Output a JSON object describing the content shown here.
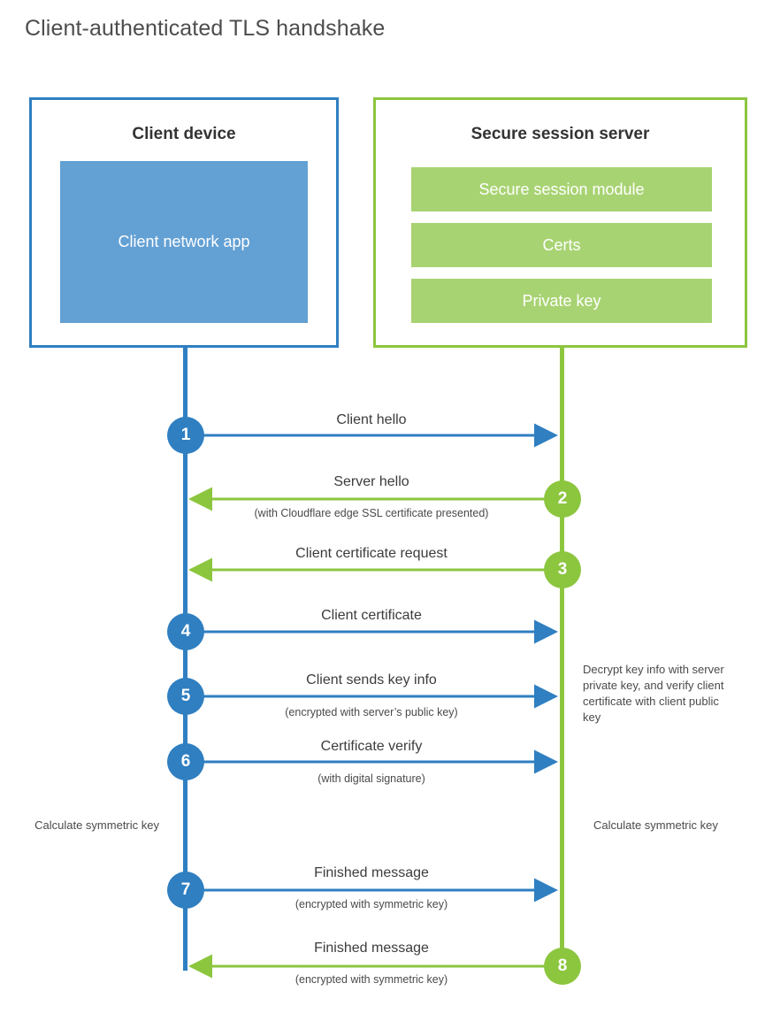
{
  "title": "Client-authenticated TLS handshake",
  "colors": {
    "client_blue": "#2f7fc1",
    "client_app_fill": "#63a0d4",
    "server_green": "#8cc63f",
    "server_bar_fill": "#a8d372",
    "text": "#3c3c3c",
    "background": "#ffffff"
  },
  "actors": {
    "client": {
      "title": "Client device",
      "app_label": "Client network app"
    },
    "server": {
      "title": "Secure session server",
      "components": [
        "Secure session module",
        "Certs",
        "Private key"
      ]
    }
  },
  "steps": [
    {
      "number": "1",
      "side": "client",
      "color": "blue",
      "direction": "client-to-server",
      "label": "Client hello",
      "sublabel": ""
    },
    {
      "number": "2",
      "side": "server",
      "color": "green",
      "direction": "server-to-client",
      "label": "Server hello",
      "sublabel": "(with Cloudflare edge SSL certificate presented)"
    },
    {
      "number": "3",
      "side": "server",
      "color": "green",
      "direction": "server-to-client",
      "label": "Client certificate request",
      "sublabel": ""
    },
    {
      "number": "4",
      "side": "client",
      "color": "blue",
      "direction": "client-to-server",
      "label": "Client certificate",
      "sublabel": ""
    },
    {
      "number": "5",
      "side": "client",
      "color": "blue",
      "direction": "client-to-server",
      "label": "Client sends key info",
      "sublabel": "(encrypted with server’s public key)"
    },
    {
      "number": "6",
      "side": "client",
      "color": "blue",
      "direction": "client-to-server",
      "label": "Certificate verify",
      "sublabel": "(with digital signature)"
    },
    {
      "number": "7",
      "side": "client",
      "color": "blue",
      "direction": "client-to-server",
      "label": "Finished message",
      "sublabel": "(encrypted with symmetric key)"
    },
    {
      "number": "8",
      "side": "server",
      "color": "green",
      "direction": "server-to-client",
      "label": "Finished message",
      "sublabel": "(encrypted with symmetric key)"
    }
  ],
  "notes": {
    "server_decrypt": "Decrypt key info with server private key, and verify client certificate with client public key",
    "client_calculate": "Calculate symmetric key",
    "server_calculate": "Calculate symmetric key"
  }
}
